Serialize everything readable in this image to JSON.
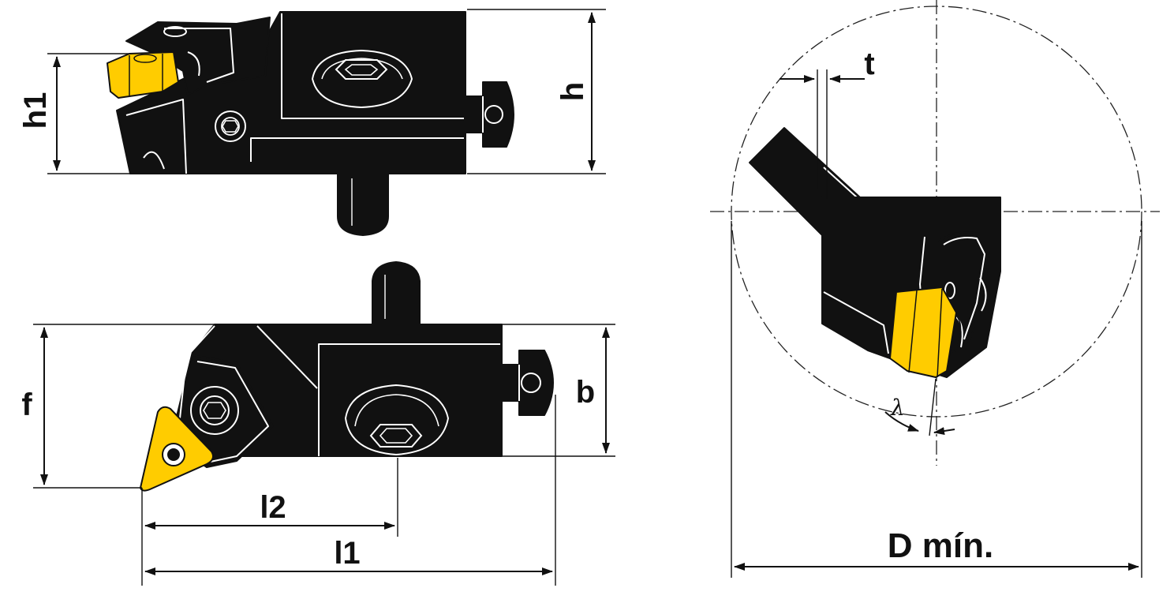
{
  "labels": {
    "h": "h",
    "h1": "h1",
    "f": "f",
    "b": "b",
    "l2": "l2",
    "l1": "l1",
    "t": "t",
    "lambda": "λ",
    "d_min": "D mín."
  },
  "colors": {
    "insert": "#ffcc00",
    "body": "#111111",
    "line": "#111111",
    "background": "#ffffff"
  }
}
